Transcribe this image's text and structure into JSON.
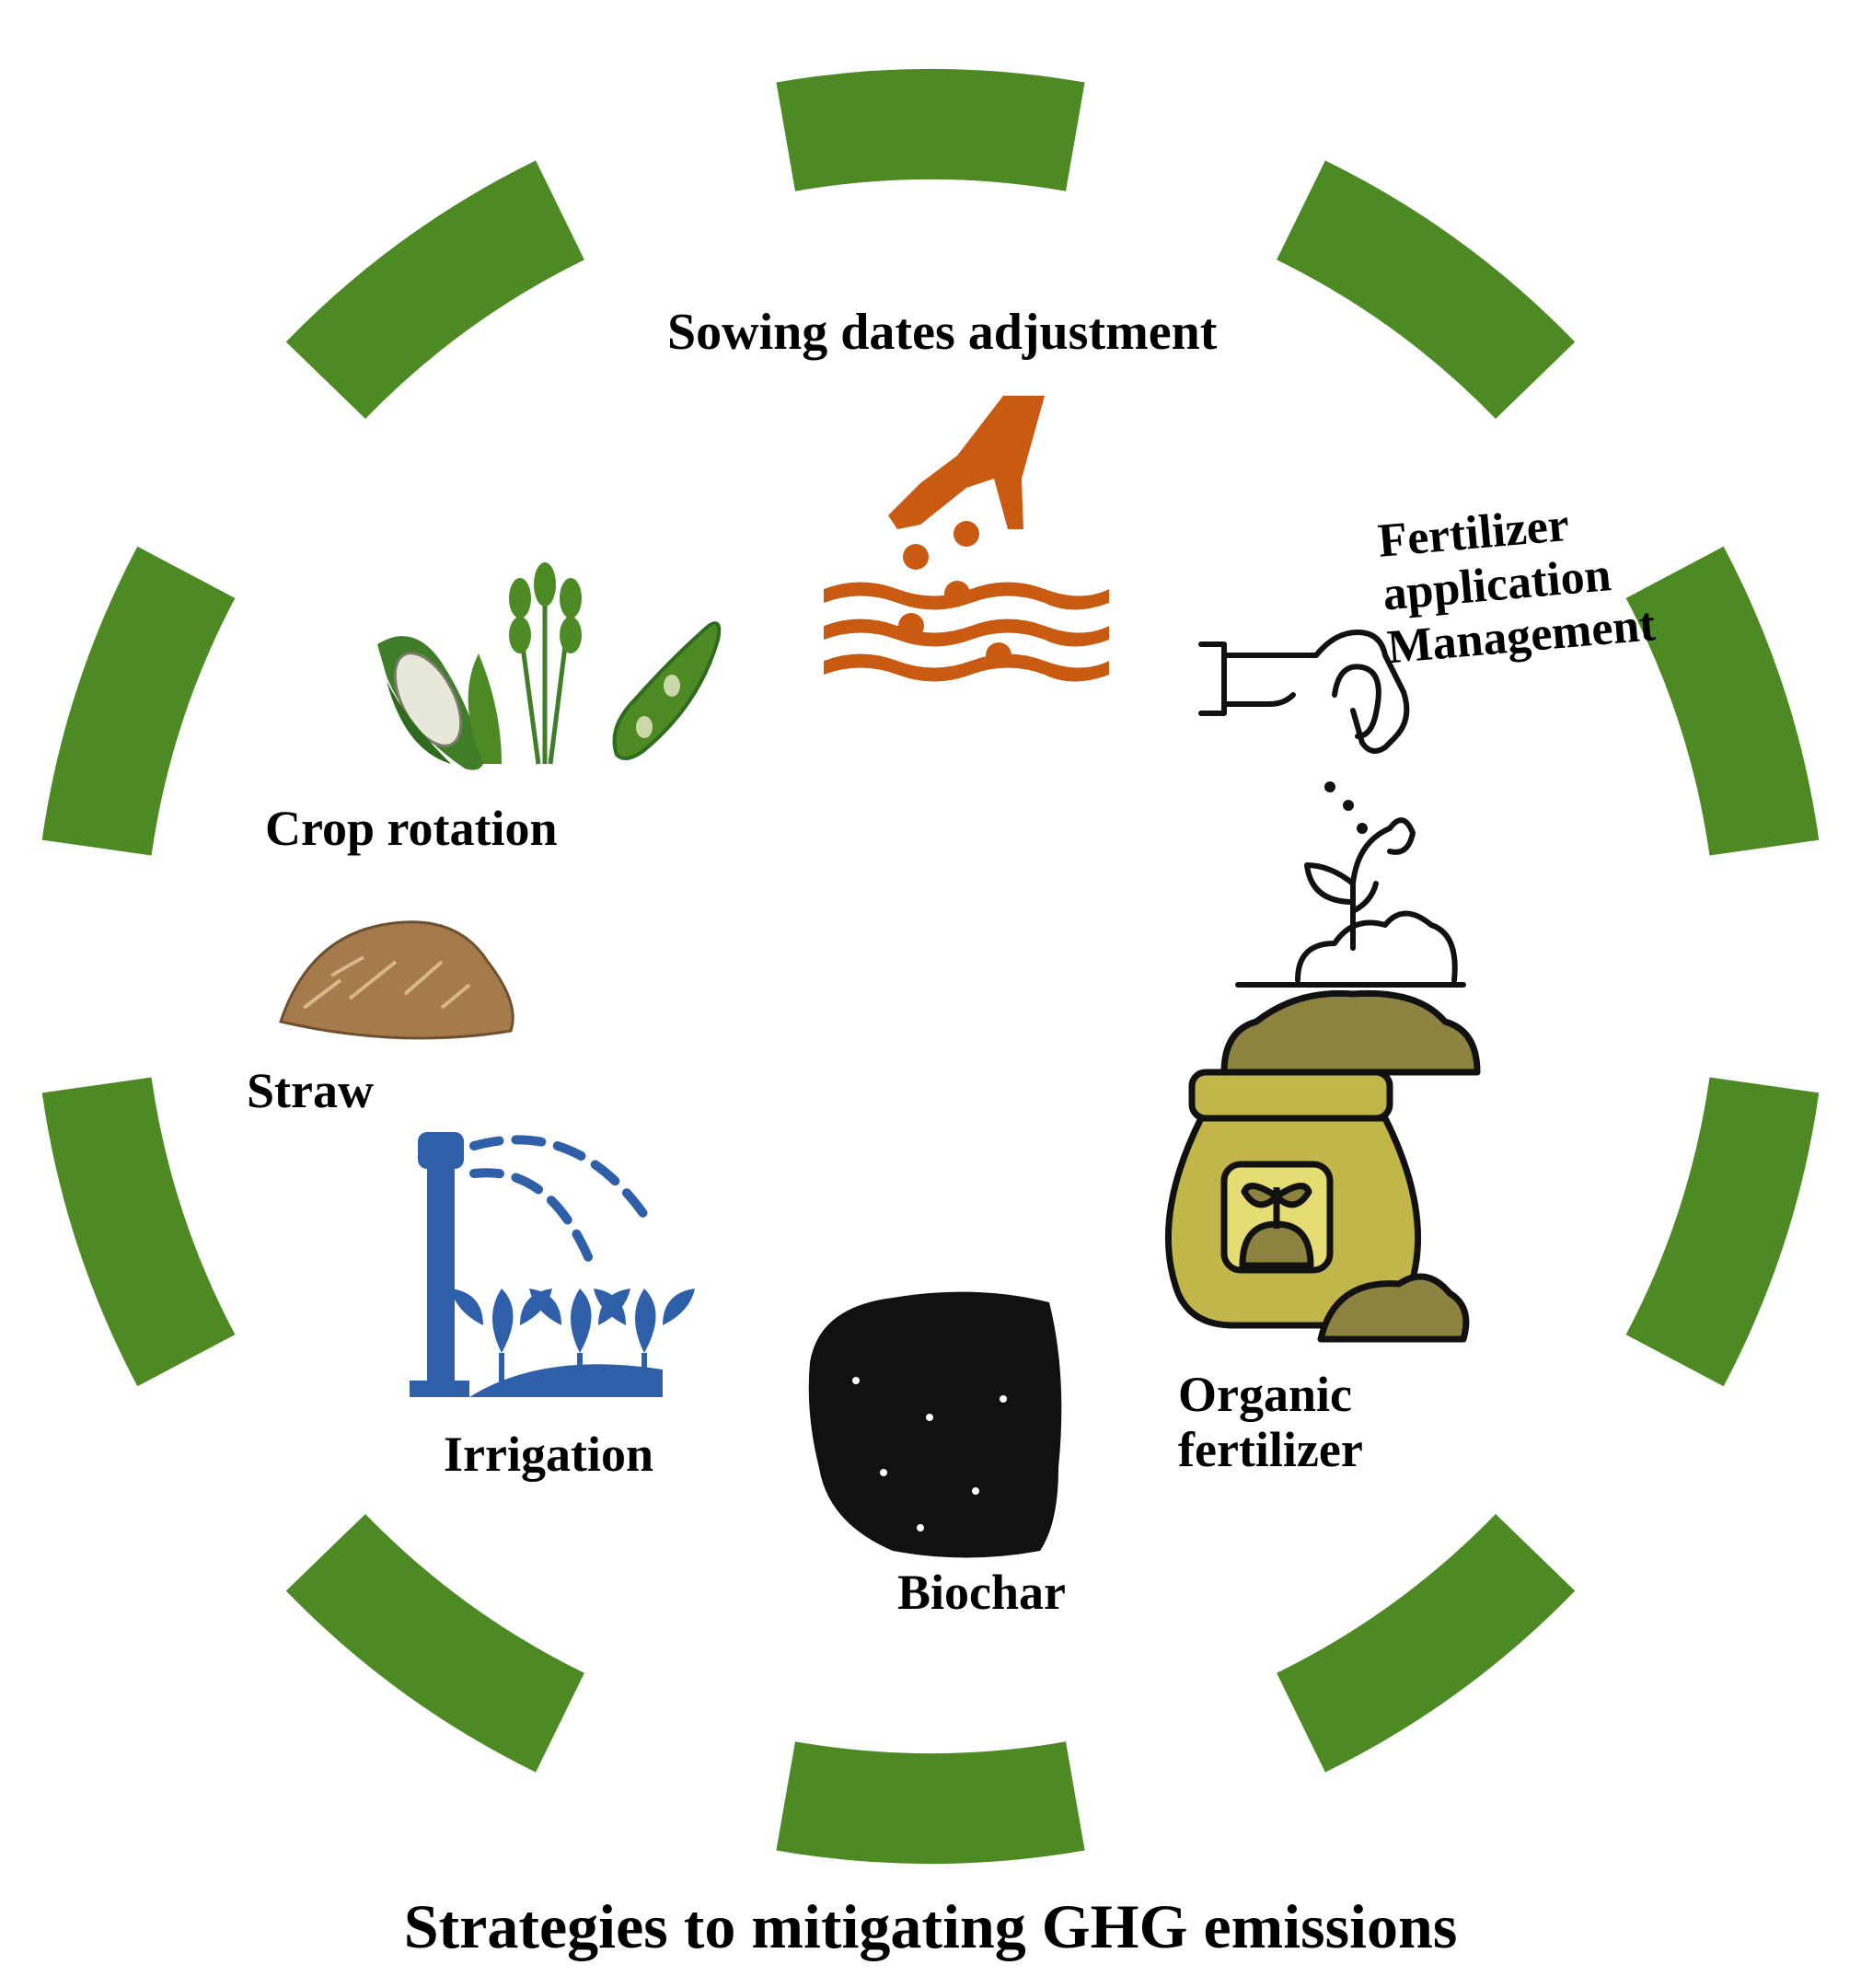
{
  "colors": {
    "ring": "#4d8a24",
    "sowing": "#c85a12",
    "irrigation": "#2f5fa8",
    "crop_green": "#3f7d28",
    "straw": "#a67b4b",
    "bag": "#c2b64b",
    "bag_dark": "#8c8340",
    "biochar": "#111111"
  },
  "ring": {
    "segments": 10
  },
  "labels": {
    "sowing": "Sowing dates adjustment",
    "fertilizer_line1": "Fertilizer",
    "fertilizer_line2": "application",
    "fertilizer_line3": "Management",
    "crop_rotation": "Crop rotation",
    "straw": "Straw",
    "irrigation": "Irrigation",
    "biochar": "Biochar",
    "organic_line1": "Organic",
    "organic_line2": "fertilizer"
  },
  "title": "Strategies to mitigating GHG emissions",
  "icons": [
    "hand-sowing-seeds-icon",
    "hand-fertilizer-sprout-icon",
    "crops-corn-wheat-pea-icon",
    "straw-pile-icon",
    "sprinkler-irrigation-icon",
    "biochar-pile-icon",
    "organic-fertilizer-bag-icon"
  ]
}
